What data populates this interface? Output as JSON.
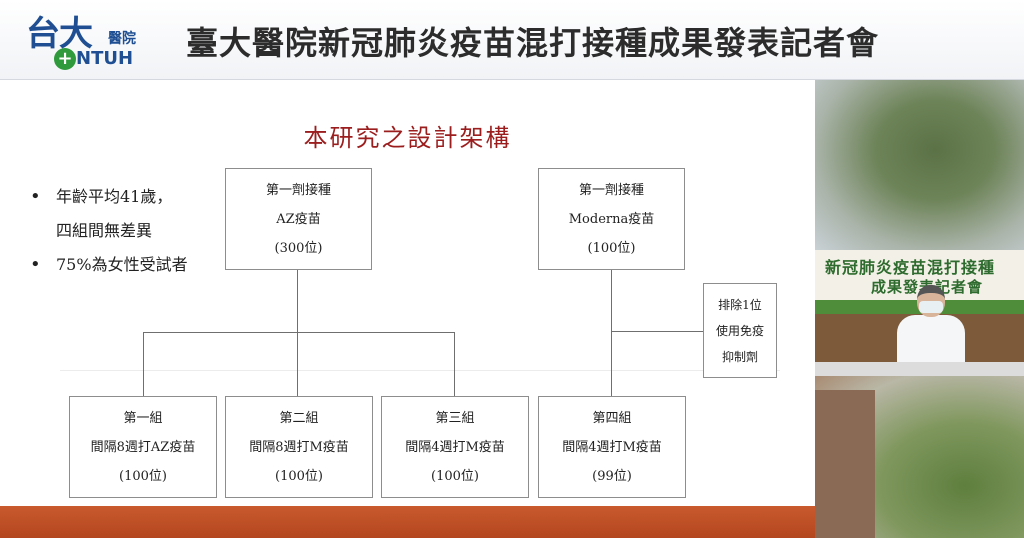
{
  "header": {
    "logo_text_cn": "台大",
    "logo_text_hospital": "醫院",
    "logo_text_en": "NTUH",
    "event_title": "臺大醫院新冠肺炎疫苗混打接種成果發表記者會"
  },
  "slide": {
    "title": "本研究之設計架構",
    "bullets": [
      {
        "text": "年齡平均41歲，",
        "marker": true
      },
      {
        "text": "四組間無差異",
        "marker": false
      },
      {
        "text": "75%為女性受試者",
        "marker": true
      }
    ],
    "first_dose": [
      {
        "title": "第一劑接種",
        "vaccine": "AZ疫苗",
        "count": "(300位)"
      },
      {
        "title": "第一劑接種",
        "vaccine": "Moderna疫苗",
        "count": "(100位)"
      }
    ],
    "exclusion": {
      "line1": "排除1位",
      "line2": "使用免疫",
      "line3": "抑制劑"
    },
    "groups": [
      {
        "title": "第一組",
        "schedule": "間隔8週打AZ疫苗",
        "count": "(100位)"
      },
      {
        "title": "第二組",
        "schedule": "間隔8週打M疫苗",
        "count": "(100位)"
      },
      {
        "title": "第三組",
        "schedule": "間隔4週打M疫苗",
        "count": "(100位)"
      },
      {
        "title": "第四組",
        "schedule": "間隔4週打M疫苗",
        "count": "(99位)"
      }
    ]
  },
  "camera": {
    "banner_line1": "新冠肺炎疫苗混打接種",
    "banner_line2": "成果發表記者會"
  },
  "colors": {
    "title_red": "#9b1d1d",
    "bottom_bar": "#c95a2e",
    "logo_blue": "#1f4f92",
    "logo_green": "#2f9a3c"
  }
}
